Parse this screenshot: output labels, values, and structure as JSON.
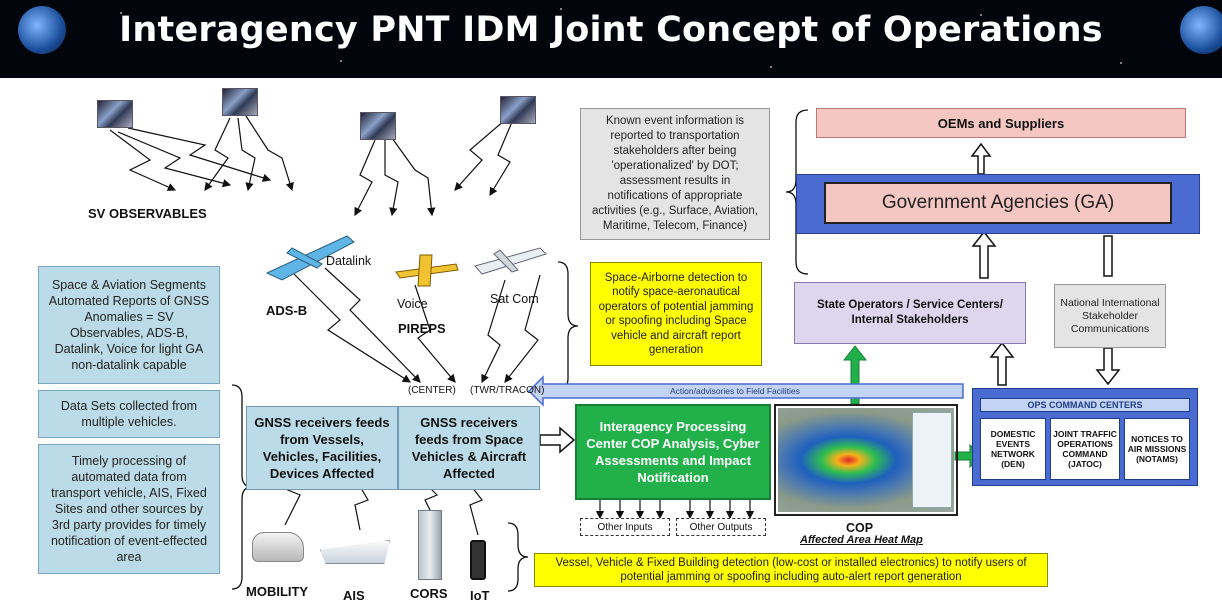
{
  "title": "Interagency PNT IDM Joint Concept of Operations",
  "colors": {
    "banner": "#03050d",
    "blue_box": "#bcdbe8",
    "green_box": "#22b04b",
    "yellow_box": "#ffff00",
    "ops_blue": "#4a6bd1",
    "pink": "#f4c7c3"
  },
  "labels": {
    "sv_observables": "SV OBSERVABLES",
    "datalink": "Datalink",
    "ads_b": "ADS-B",
    "voice": "Voice",
    "pireps": "PIREPS",
    "sat_com": "Sat Com",
    "center": "(CENTER)",
    "twr": "(TWR/TRACON)",
    "mobility": "MOBILITY",
    "ais": "AIS",
    "cors": "CORS",
    "iot": "IoT"
  },
  "left_boxes": {
    "segments": "Space & Aviation Segments Automated Reports of GNSS Anomalies = SV Observables, ADS-B, Datalink, Voice for light GA non-datalink capable",
    "datasets": "Data Sets collected from multiple vehicles.",
    "timely": "Timely processing of automated data from transport vehicle, AIS, Fixed Sites and other sources by 3rd party provides for timely notification of event-effected area"
  },
  "known_event": "Known event information is reported to transportation stakeholders after being 'operationalized' by DOT; assessment results in notifications of appropriate activities (e.g., Surface, Aviation, Maritime, Telecom, Finance)",
  "space_airborne": "Space-Airborne detection to notify space-aeronautical operators of potential jamming or spoofing including Space vehicle and aircraft report generation",
  "oems": "OEMs and Suppliers",
  "gov_agencies": "Government Agencies (GA)",
  "state_ops": "State Operators / Service Centers/ Internal Stakeholders",
  "national_comm": "National International Stakeholder Communications",
  "action_advisories": "Action/advisories to Field Facilities",
  "gnss_vessels": "GNSS receivers feeds from Vessels, Vehicles, Facilities, Devices Affected",
  "gnss_space": "GNSS receivers feeds from Space Vehicles & Aircraft Affected",
  "processing": "Interagency Processing Center COP Analysis, Cyber Assessments and Impact Notification",
  "other_inputs": "Other Inputs",
  "other_outputs": "Other Outputs",
  "cop": "COP",
  "heat_map": "Affected Area Heat Map",
  "ops_centers": {
    "title": "OPS COMMAND CENTERS",
    "cells": [
      "DOMESTIC EVENTS NETWORK (DEN)",
      "JOINT TRAFFIC OPERATIONS COMMAND (JATOC)",
      "NOTICES TO AIR MISSIONS (NOTAMS)"
    ]
  },
  "vessel_detection": "Vessel, Vehicle & Fixed Building detection (low-cost or installed electronics) to notify users of potential jamming or spoofing including auto-alert report generation"
}
